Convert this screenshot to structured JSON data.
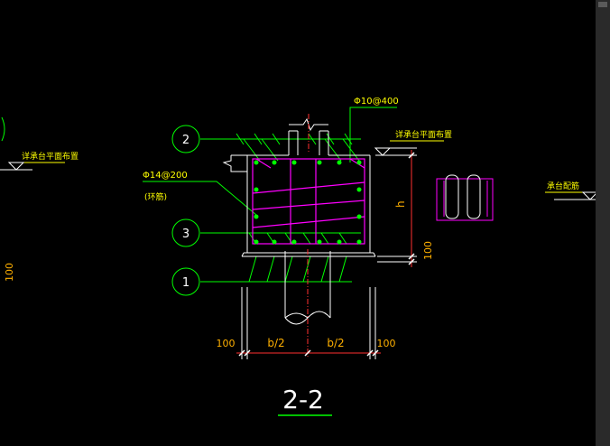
{
  "drawing": {
    "section_title": "2-2",
    "bubbles": [
      "2",
      "3",
      "1"
    ],
    "labels": {
      "stirrup_spec": "Φ10@400",
      "bar_spec": "Φ14@200",
      "bar_spec_note": "(环筋)",
      "note_top_right": "详承台平面布置",
      "note_left": "详承台平面布置",
      "note_far_right": "承台配筋",
      "height_symbol": "h",
      "left_margin_dim": "100"
    },
    "dims": {
      "bottom": [
        "100",
        "b/2",
        "b/2",
        "100"
      ],
      "right_vertical": "100"
    }
  },
  "colors": {
    "background": "#000000",
    "green": "#00ff00",
    "yellow": "#ffff00",
    "magenta": "#ff00ff",
    "white": "#ffffff",
    "red": "#ff3030",
    "orange": "#ffb000"
  }
}
